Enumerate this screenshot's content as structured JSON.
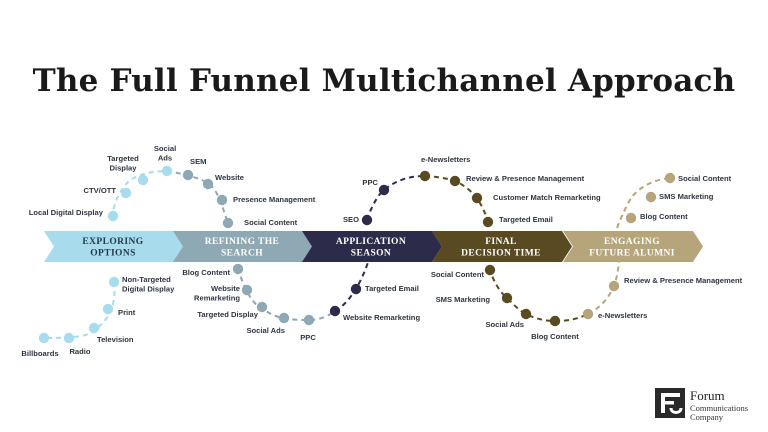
{
  "title": "The Full Funnel Multichannel Approach",
  "stages": [
    {
      "line1": "EXPLORING",
      "line2": "OPTIONS",
      "color": "#a8dcec",
      "text_color": "#1f3a4a"
    },
    {
      "line1": "REFINING THE",
      "line2": "SEARCH",
      "color": "#8ea8b4",
      "text_color": "#ffffff"
    },
    {
      "line1": "APPLICATION",
      "line2": "SEASON",
      "color": "#2c2b4a",
      "text_color": "#ffffff"
    },
    {
      "line1": "FINAL",
      "line2": "DECISION TIME",
      "color": "#5a4a22",
      "text_color": "#ffffff"
    },
    {
      "line1": "ENGAGING",
      "line2": "FUTURE ALUMNI",
      "color": "#b6a47a",
      "text_color": "#ffffff"
    }
  ],
  "channels": {
    "exploring": [
      "Billboards",
      "Radio",
      "Television",
      "Print",
      "Non-Targeted Digital Display",
      "Local Digital Display",
      "CTV/OTT",
      "Targeted Display",
      "Social Ads"
    ],
    "refining": [
      "SEM",
      "Website",
      "Presence Management",
      "Social Content",
      "Blog  Content",
      "Website Remarketing",
      "Targeted Display",
      "Social Ads",
      "PPC"
    ],
    "application": [
      "SEO",
      "PPC",
      "Website Remarketing",
      "Targeted Email"
    ],
    "decision": [
      "e-Newsletters",
      "Review & Presence Management",
      "Customer Match Remarketing",
      "Targeted Email",
      "Social Content",
      "SMS Marketing",
      "Social Ads",
      "Blog Content"
    ],
    "alumni": [
      "e-Newsletters",
      "Review & Presence Management",
      "Blog Content",
      "SMS Marketing",
      "Social Content"
    ]
  },
  "logo": {
    "name": "Forum",
    "line1": "Communications",
    "line2": "Company"
  },
  "colors": {
    "exploring": "#a8dcec",
    "refining": "#8ea8b4",
    "application": "#2c2b4a",
    "decision": "#5a4a22",
    "alumni": "#b6a47a"
  }
}
